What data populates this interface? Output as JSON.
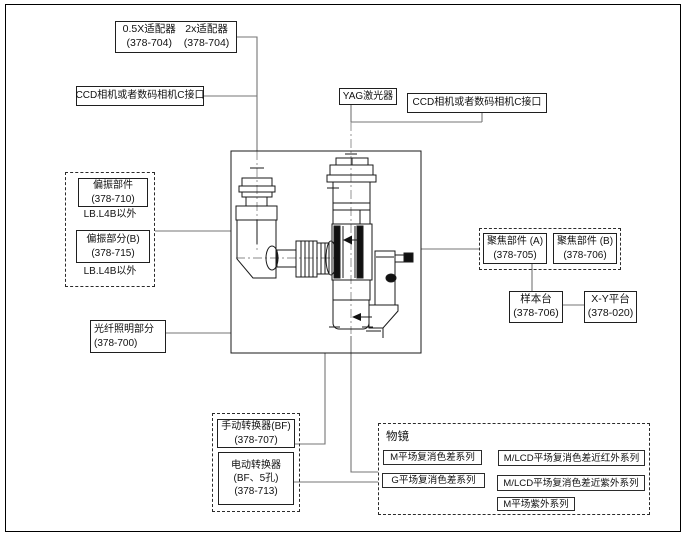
{
  "labels": {
    "adapter_05x": [
      "0.5X适配器",
      "(378-704)"
    ],
    "adapter_2x": [
      "2x适配器",
      "(378-704)"
    ],
    "ccd_left": "CCD相机或者数码相机C接口",
    "yag": "YAG激光器",
    "ccd_right": "CCD相机或者数码相机C接口",
    "polarizer_unit": [
      "偏振部件",
      "(378-710)"
    ],
    "polarizer_note_a": "LB.L4B以外",
    "polarizer_part_b": [
      "偏振部分(B)",
      "(378-715)"
    ],
    "polarizer_note_b": "LB.L4B以外",
    "focus_a": [
      "聚焦部件 (A)",
      "(378-705)"
    ],
    "focus_b": [
      "聚焦部件 (B)",
      "(378-706)"
    ],
    "stage": [
      "样本台",
      "(378-706)"
    ],
    "xy_stage": [
      "X-Y平台",
      "(378-020)"
    ],
    "fiber": [
      "光纤照明部分",
      "(378-700)"
    ],
    "manual_changer": [
      "手动转换器(BF)",
      "(378-707)"
    ],
    "motor_changer": [
      "电动转换器",
      "(BF、5孔)",
      "(378-713)"
    ],
    "objectives_title": "物镜",
    "objectives": [
      "M平场复消色差系列",
      "M/LCD平场复消色差近红外系列",
      "G平场复消色差系列",
      "M/LCD平场复消色差近紫外系列",
      "M平场紫外系列"
    ]
  },
  "colors": {
    "background": "#ffffff",
    "drawing_line": "#1a1a1a",
    "connector_line": "#757575",
    "text": "#111111",
    "page_border": "#000000"
  }
}
